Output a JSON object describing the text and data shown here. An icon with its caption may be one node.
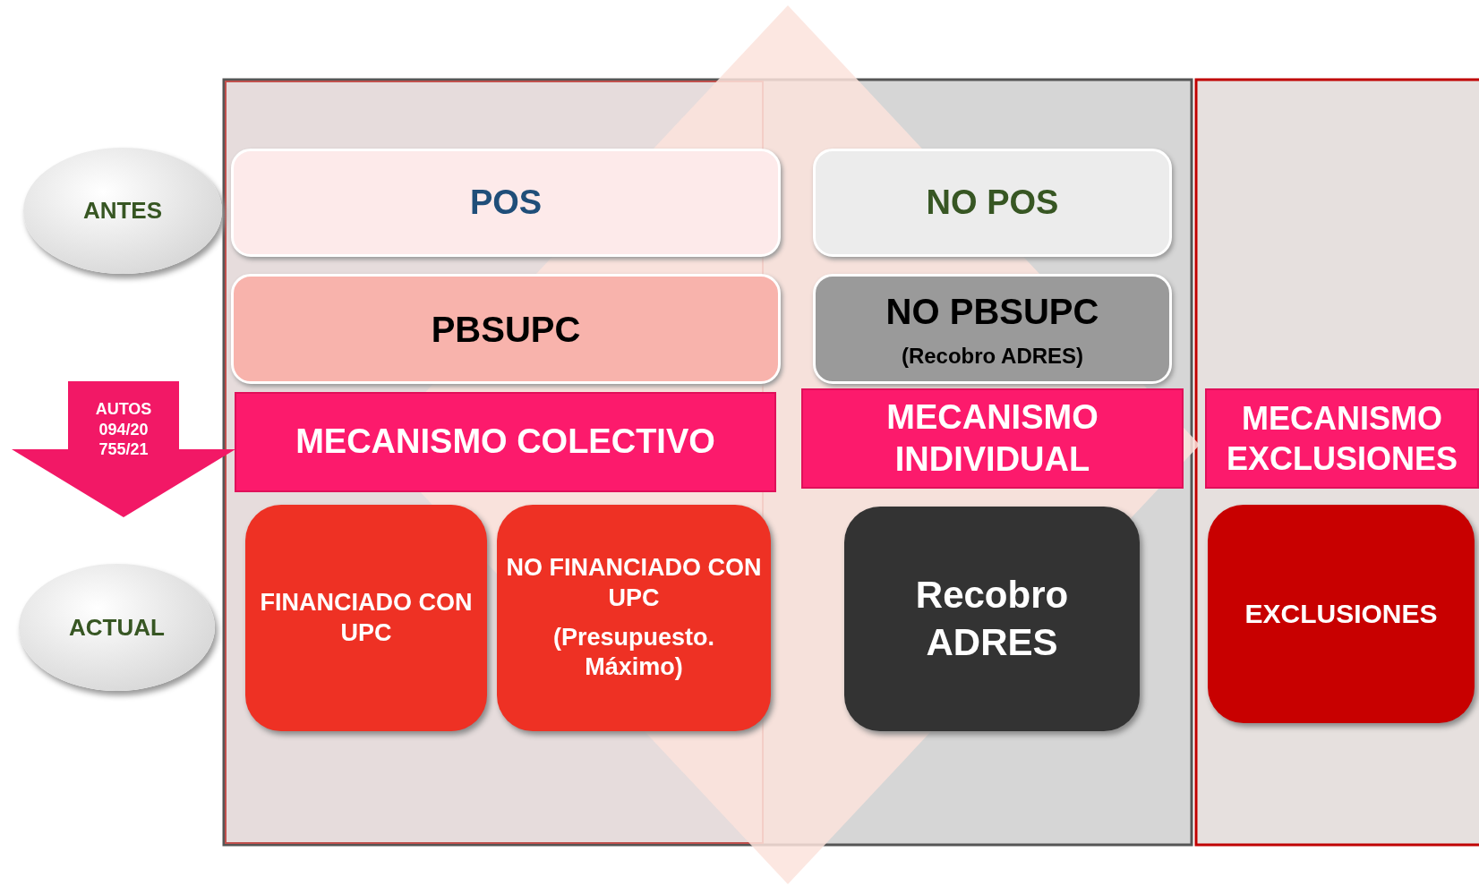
{
  "diagram": {
    "nodes": [
      {
        "text": [
          "ANTES"
        ]
      },
      {
        "text": [
          "POS"
        ]
      },
      {
        "text": [
          "NO POS"
        ]
      },
      {
        "text": [
          "PBSUPC"
        ]
      },
      {
        "text": [
          "NO PBSUPC",
          "(Recobro ADRES)"
        ]
      },
      {
        "text": [
          "AUTOS 094/20 755/21"
        ]
      },
      {
        "text": [
          "MECANISMO COLECTIVO"
        ]
      },
      {
        "text": [
          "MECANISMO INDIVIDUAL"
        ]
      },
      {
        "text": [
          "MECANISMO EXCLUSIONES"
        ]
      },
      {
        "text": [
          "ACTUAL"
        ]
      },
      {
        "text": [
          "FINANCIADO CON UPC"
        ]
      },
      {
        "text": [
          "NO FINANCIADO CON UPC",
          "(Presupuesto. Máximo)"
        ]
      },
      {
        "text": [
          "Recobro ADRES"
        ]
      },
      {
        "text": [
          "EXCLUSIONES"
        ]
      }
    ]
  }
}
